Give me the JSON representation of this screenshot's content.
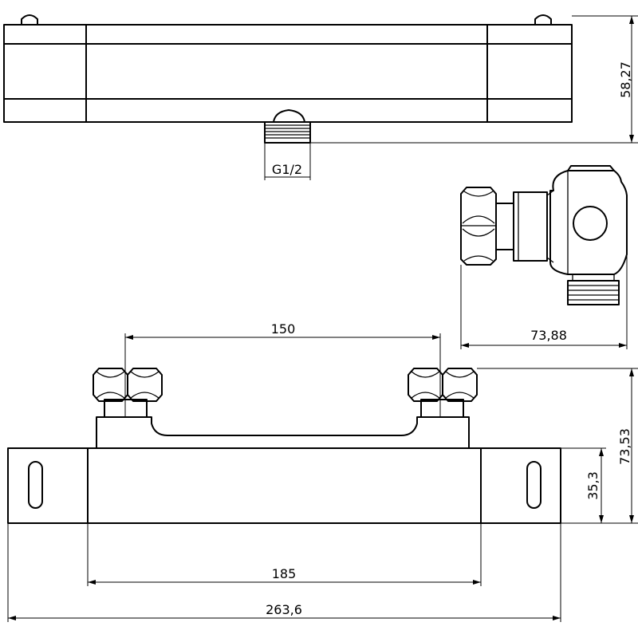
{
  "dimensions": {
    "top_height": "58,27",
    "thread": "G1/2",
    "side_depth": "73,88",
    "inlet_spacing": "150",
    "front_height": "73,53",
    "body_height": "35,3",
    "body_width": "185",
    "overall_width": "263,6"
  }
}
